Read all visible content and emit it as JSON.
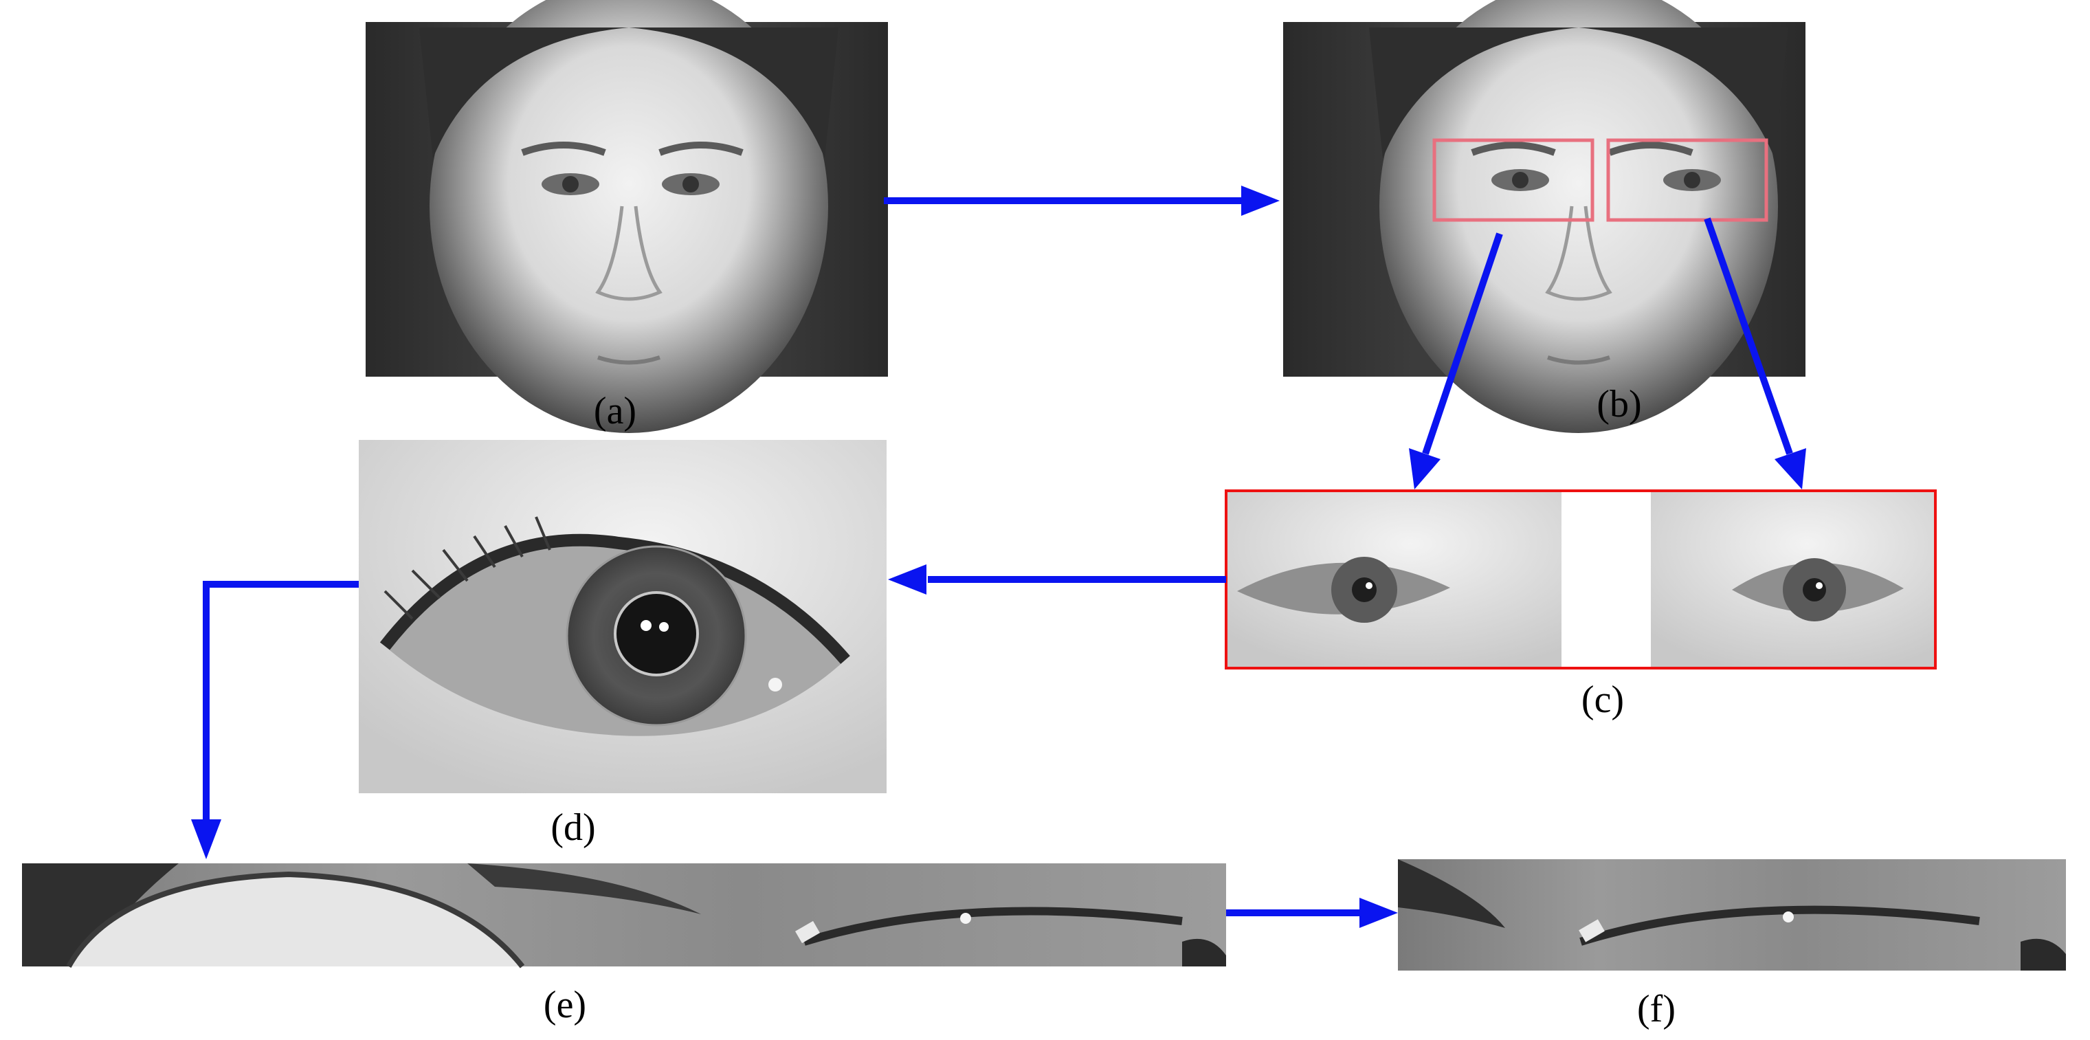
{
  "panels": {
    "a": {
      "label": "(a)"
    },
    "b": {
      "label": "(b)"
    },
    "c": {
      "label": "(c)"
    },
    "d": {
      "label": "(d)"
    },
    "e": {
      "label": "(e)"
    },
    "f": {
      "label": "(f)"
    }
  },
  "colors": {
    "arrow": "#0a14f0",
    "eye_box": "#e8707f",
    "panel_border": "#ee1111"
  }
}
